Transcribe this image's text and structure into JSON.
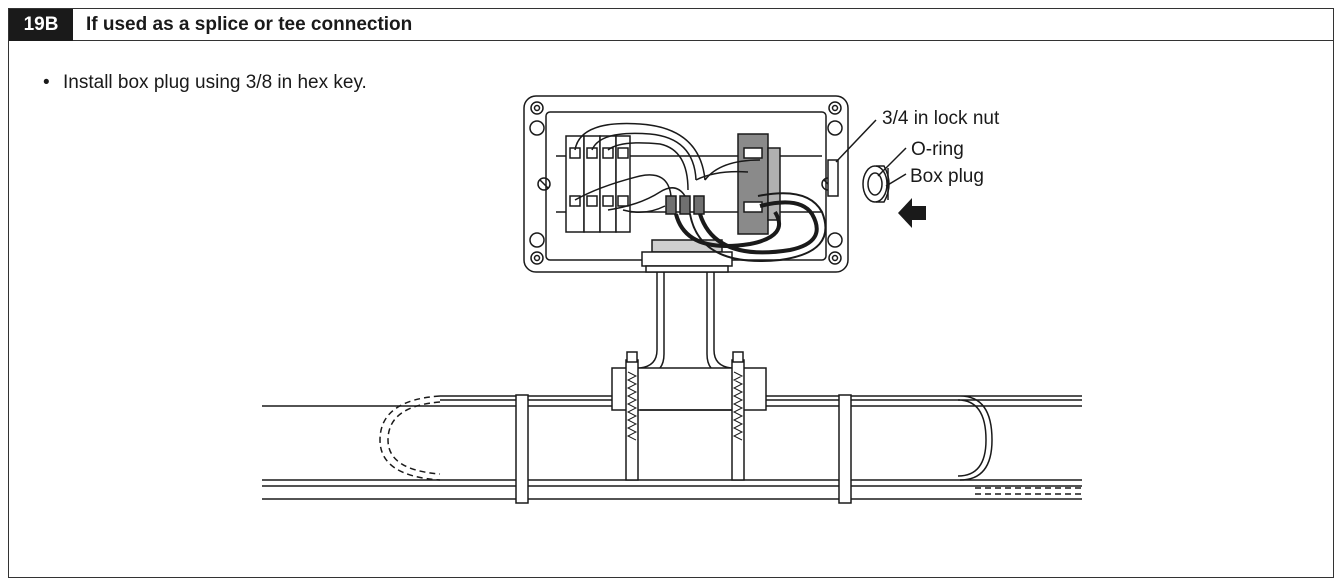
{
  "step": {
    "number": "19B",
    "title": "If used as a splice or tee connection"
  },
  "instructions": [
    {
      "bullet": "•",
      "text": "Install box plug using 3/8 in hex key."
    }
  ],
  "figure": {
    "callouts": {
      "lock_nut": "3/4 in lock nut",
      "o_ring": "O-ring",
      "box_plug": "Box plug"
    }
  }
}
